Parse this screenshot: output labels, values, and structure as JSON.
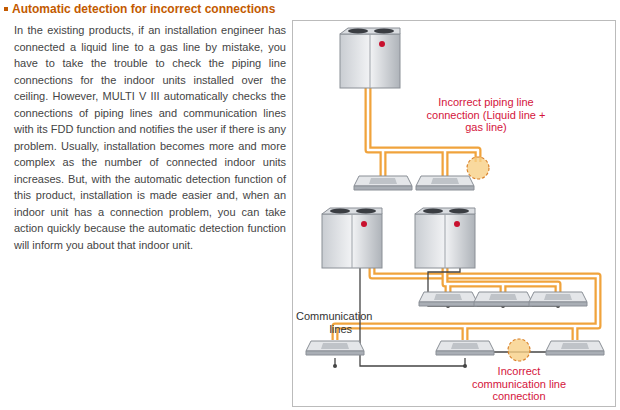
{
  "diagram": {
    "title": "Automatic detection for incorrect connections",
    "labels": [
      "In the existing products, if an installation engineer has connected a liquid line to a gas line by mistake, you have to take the trouble to check the piping line connections for the indoor units installed over the ceiling. However, MULTI V III automatically checks the connections of piping lines and communication lines with its FDD function and notifies the user if there is any problem. Usually, installation becomes more and more complex as the number of connected indoor units increases. But, with the automatic detection function of this product, installation is made easier and, when an indoor unit has a connection problem, you can take action quickly because the automatic detection function will inform you about that indoor unit.",
      "Incorrect piping line connection (Liquid line + gas line)",
      "Communication lines",
      "Incorrect communication line connection"
    ]
  }
}
